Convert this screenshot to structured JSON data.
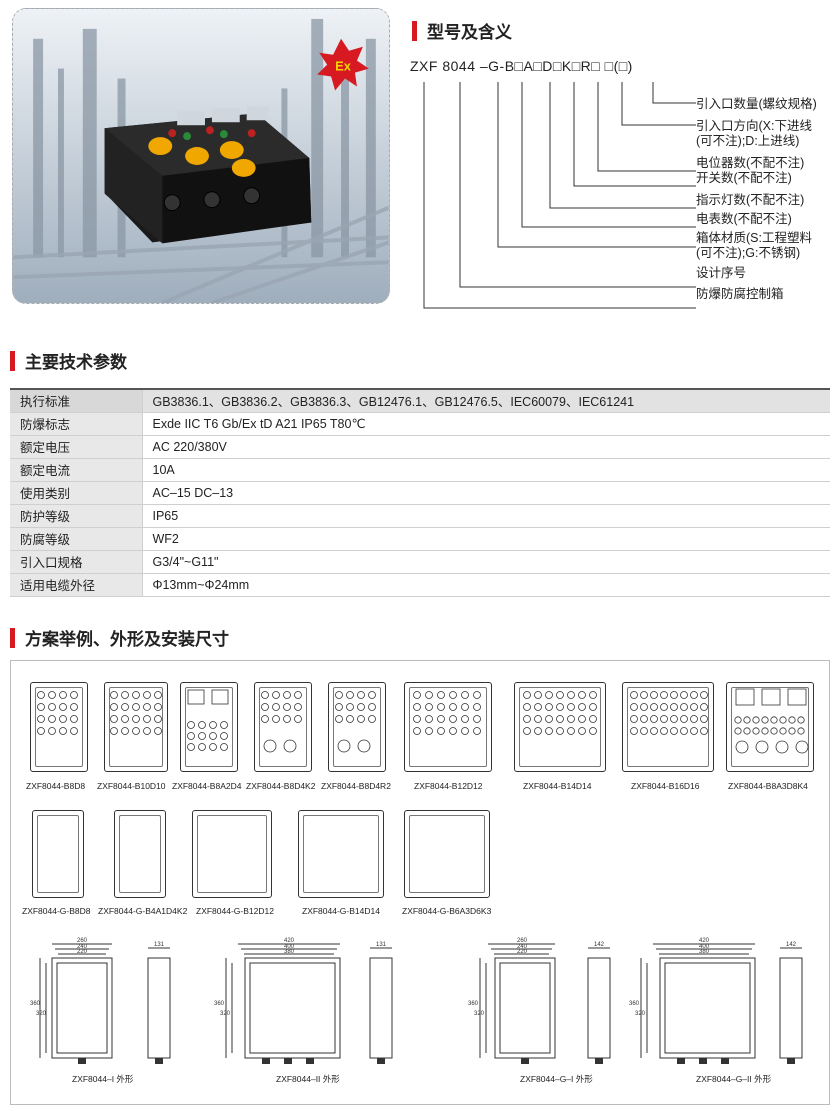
{
  "header": {
    "section1_title": "型号及含义",
    "section2_title": "主要技术参数",
    "section3_title": "方案举例、外形及安装尺寸"
  },
  "photo": {
    "badge": "Ex"
  },
  "model": {
    "code": "ZXF 8044 –G-B□A□D□K□R□ □(□)",
    "meanings": [
      "引入口数量(螺纹规格)",
      "引入口方向(X:下进线",
      "(可不注);D:上进线)",
      "电位器数(不配不注)",
      "开关数(不配不注)",
      "指示灯数(不配不注)",
      "电表数(不配不注)",
      "箱体材质(S:工程塑料",
      "(可不注);G:不锈钢)",
      "设计序号",
      "防爆防腐控制箱"
    ]
  },
  "params": [
    {
      "k": "执行标准",
      "v": "GB3836.1、GB3836.2、GB3836.3、GB12476.1、GB12476.5、IEC60079、IEC61241"
    },
    {
      "k": "防爆标志",
      "v": "Exde IIC T6 Gb/Ex tD A21 IP65 T80℃"
    },
    {
      "k": "额定电压",
      "v": "AC 220/380V"
    },
    {
      "k": "额定电流",
      "v": "10A"
    },
    {
      "k": "使用类别",
      "v": "AC–15   DC–13"
    },
    {
      "k": "防护等级",
      "v": "IP65"
    },
    {
      "k": "防腐等级",
      "v": "WF2"
    },
    {
      "k": "引入口规格",
      "v": "G3/4\"~G11\""
    },
    {
      "k": "适用电缆外径",
      "v": "Φ13mm~Φ24mm"
    }
  ],
  "examples_row1": [
    "ZXF8044-B8D8",
    "ZXF8044-B10D10",
    "ZXF8044-B8A2D4",
    "ZXF8044-B8D4K2",
    "ZXF8044-B8D4R2",
    "ZXF8044-B12D12",
    "ZXF8044-B14D14",
    "ZXF8044-B16D16",
    "ZXF8044-B8A3D8K4"
  ],
  "examples_row2": [
    "ZXF8044-G-B8D8",
    "ZXF8044-G-B4A1D4K2",
    "ZXF8044-G-B12D12",
    "ZXF8044-G-B14D14",
    "ZXF8044-G-B6A3D6K3"
  ],
  "outlines": [
    "ZXF8044–I 外形",
    "ZXF8044–II 外形",
    "ZXF8044–G–I 外形",
    "ZXF8044–G–II 外形"
  ],
  "dims": {
    "I_w": [
      "260",
      "240",
      "220"
    ],
    "I_h": [
      "360",
      "320"
    ],
    "I_d": "131",
    "II_w": [
      "420",
      "400",
      "380"
    ],
    "II_h": [
      "360",
      "320"
    ],
    "II_d": "131",
    "GI_w": [
      "260",
      "240",
      "220"
    ],
    "GI_h": [
      "360",
      "320"
    ],
    "GI_d": "142",
    "GII_w": [
      "420",
      "400",
      "380"
    ],
    "GII_h": [
      "360",
      "320"
    ],
    "GII_d": "142"
  },
  "colors": {
    "accent": "#d71a21",
    "badge_yellow": "#f5d400"
  }
}
